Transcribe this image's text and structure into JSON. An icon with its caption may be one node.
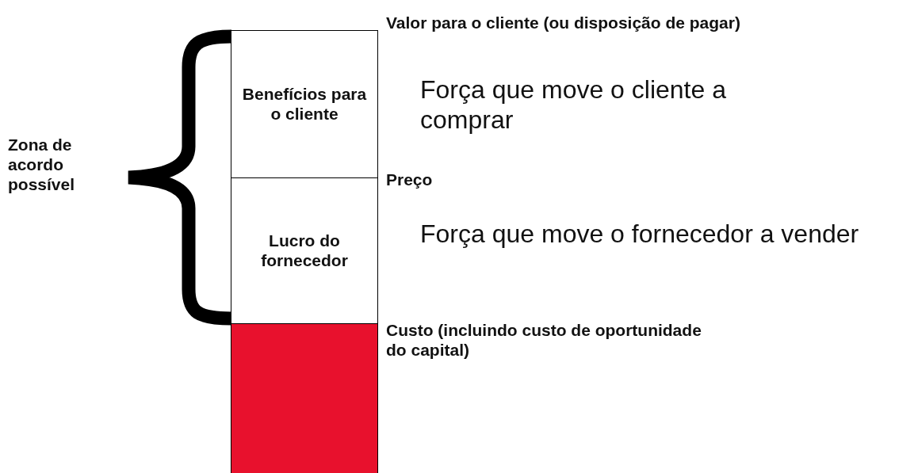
{
  "diagram": {
    "nodes": [
      {
        "text": [
          "Benefícios para o cliente"
        ]
      },
      {
        "text": [
          "Lucro do fornecedor"
        ]
      },
      {
        "text": [],
        "shape": "bar"
      }
    ],
    "labels": [
      "Zona de acordo possível",
      "Valor para o cliente (ou disposição de pagar)",
      "Força que move o cliente a comprar",
      "Preço",
      "Força que move o fornecedor a vender",
      "Custo (incluindo custo de oportunidade do capital)"
    ]
  }
}
